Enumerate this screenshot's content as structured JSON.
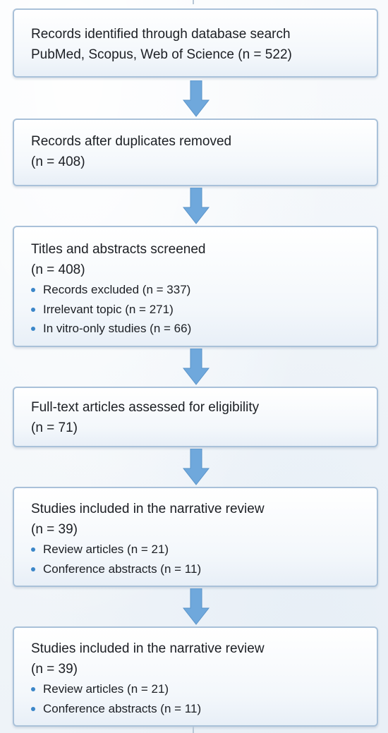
{
  "boxes": [
    {
      "lines": [
        "Records identified through database search",
        "PubMed, Scopus, Web of Science (n = 522)"
      ],
      "bullets": []
    },
    {
      "lines": [
        "Records after duplicates removed",
        "(n = 408)"
      ],
      "bullets": []
    },
    {
      "lines": [
        "Titles and abstracts screened",
        "(n = 408)"
      ],
      "bullets": [
        "Records excluded (n = 337)",
        "Irrelevant topic (n = 271)",
        "In vitro-only studies (n = 66)"
      ]
    },
    {
      "lines": [
        "Full-text articles assessed for eligibility",
        "(n = 71)"
      ],
      "bullets": []
    },
    {
      "lines": [
        "Studies included in the narrative review",
        "(n = 39)"
      ],
      "bullets": [
        "Review articles (n = 21)",
        "Conference abstracts (n = 11)"
      ]
    },
    {
      "lines": [
        "Studies included in the narrative review",
        "(n = 39)"
      ],
      "bullets": [
        "Review articles (n = 21)",
        "Conference abstracts (n = 11)"
      ]
    }
  ],
  "colors": {
    "box_border": "#a9c1d9",
    "arrow_fill": "#6fa8dc",
    "bullet": "#3b86c8",
    "text": "#1c1f24"
  }
}
